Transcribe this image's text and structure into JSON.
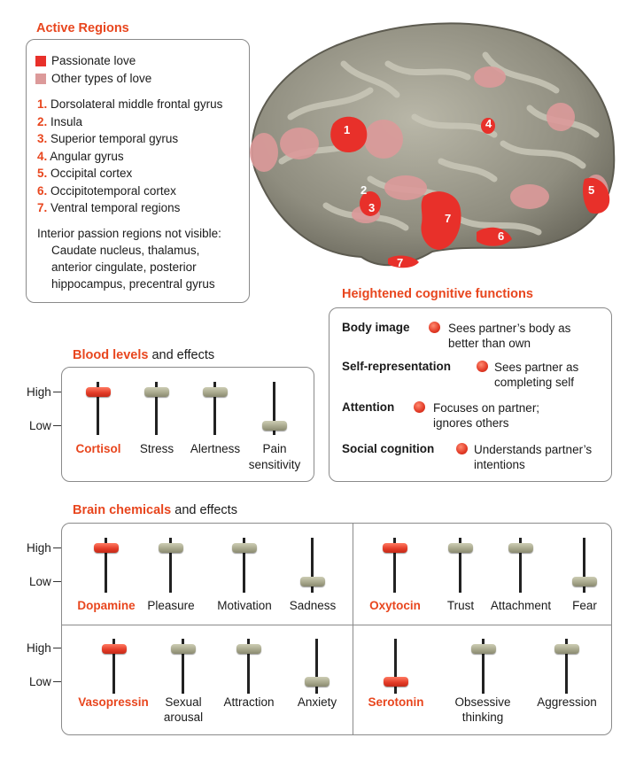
{
  "active_regions": {
    "title": "Active Regions",
    "legend": [
      {
        "label": "Passionate love",
        "color": "#e8302a"
      },
      {
        "label": "Other types of love",
        "color": "#dc9a9a"
      }
    ],
    "regions": [
      {
        "num": "1.",
        "label": "Dorsolateral middle frontal gyrus"
      },
      {
        "num": "2.",
        "label": "Insula"
      },
      {
        "num": "3.",
        "label": "Superior temporal gyrus"
      },
      {
        "num": "4.",
        "label": "Angular gyrus"
      },
      {
        "num": "5.",
        "label": "Occipital cortex"
      },
      {
        "num": "6.",
        "label": "Occipitotemporal cortex"
      },
      {
        "num": "7.",
        "label": "Ventral temporal regions"
      }
    ],
    "note_line1": "Interior passion regions not visible:",
    "note_line2": "Caudate nucleus, thalamus,",
    "note_line3": "anterior cingulate, posterior",
    "note_line4": "hippocampus, precentral gyrus"
  },
  "brain_labels": [
    "1",
    "2",
    "3",
    "4",
    "5",
    "6",
    "7",
    "7"
  ],
  "cognitive": {
    "title": "Heightened cognitive functions",
    "items": [
      {
        "name": "Body image",
        "line1": "Sees partner’s body as",
        "line2": "better than own"
      },
      {
        "name": "Self-representation",
        "line1": "Sees partner as",
        "line2": "completing self"
      },
      {
        "name": "Attention",
        "line1": "Focuses on partner;",
        "line2": "ignores others"
      },
      {
        "name": "Social cognition",
        "line1": "Understands partner’s",
        "line2": "intentions"
      }
    ]
  },
  "blood": {
    "title_strong": "Blood levels",
    "title_rest": "and effects",
    "high": "High",
    "low": "Low",
    "items": [
      {
        "label": "Cortisol",
        "level": "high",
        "primary": true
      },
      {
        "label": "Stress",
        "level": "high"
      },
      {
        "label": "Alertness",
        "level": "high"
      },
      {
        "label_line1": "Pain",
        "label_line2": "sensitivity",
        "level": "low"
      }
    ]
  },
  "chemicals": {
    "title_strong": "Brain chemicals",
    "title_rest": "and effects",
    "high": "High",
    "low": "Low",
    "groups": [
      {
        "items": [
          {
            "label": "Dopamine",
            "level": "high",
            "primary": true
          },
          {
            "label": "Pleasure",
            "level": "high"
          },
          {
            "label": "Motivation",
            "level": "high"
          },
          {
            "label": "Sadness",
            "level": "low"
          }
        ]
      },
      {
        "items": [
          {
            "label": "Oxytocin",
            "level": "high",
            "primary": true
          },
          {
            "label": "Trust",
            "level": "high"
          },
          {
            "label": "Attachment",
            "level": "high"
          },
          {
            "label": "Fear",
            "level": "low"
          }
        ]
      },
      {
        "items": [
          {
            "label": "Vasopressin",
            "level": "high",
            "primary": true
          },
          {
            "label_line1": "Sexual",
            "label_line2": "arousal",
            "level": "high"
          },
          {
            "label": "Attraction",
            "level": "high"
          },
          {
            "label": "Anxiety",
            "level": "low"
          }
        ]
      },
      {
        "items": [
          {
            "label": "Serotonin",
            "level": "low",
            "primary": true
          },
          {
            "label_line1": "Obsessive",
            "label_line2": "thinking",
            "level": "high"
          },
          {
            "label": "Aggression",
            "level": "high"
          }
        ]
      }
    ]
  }
}
